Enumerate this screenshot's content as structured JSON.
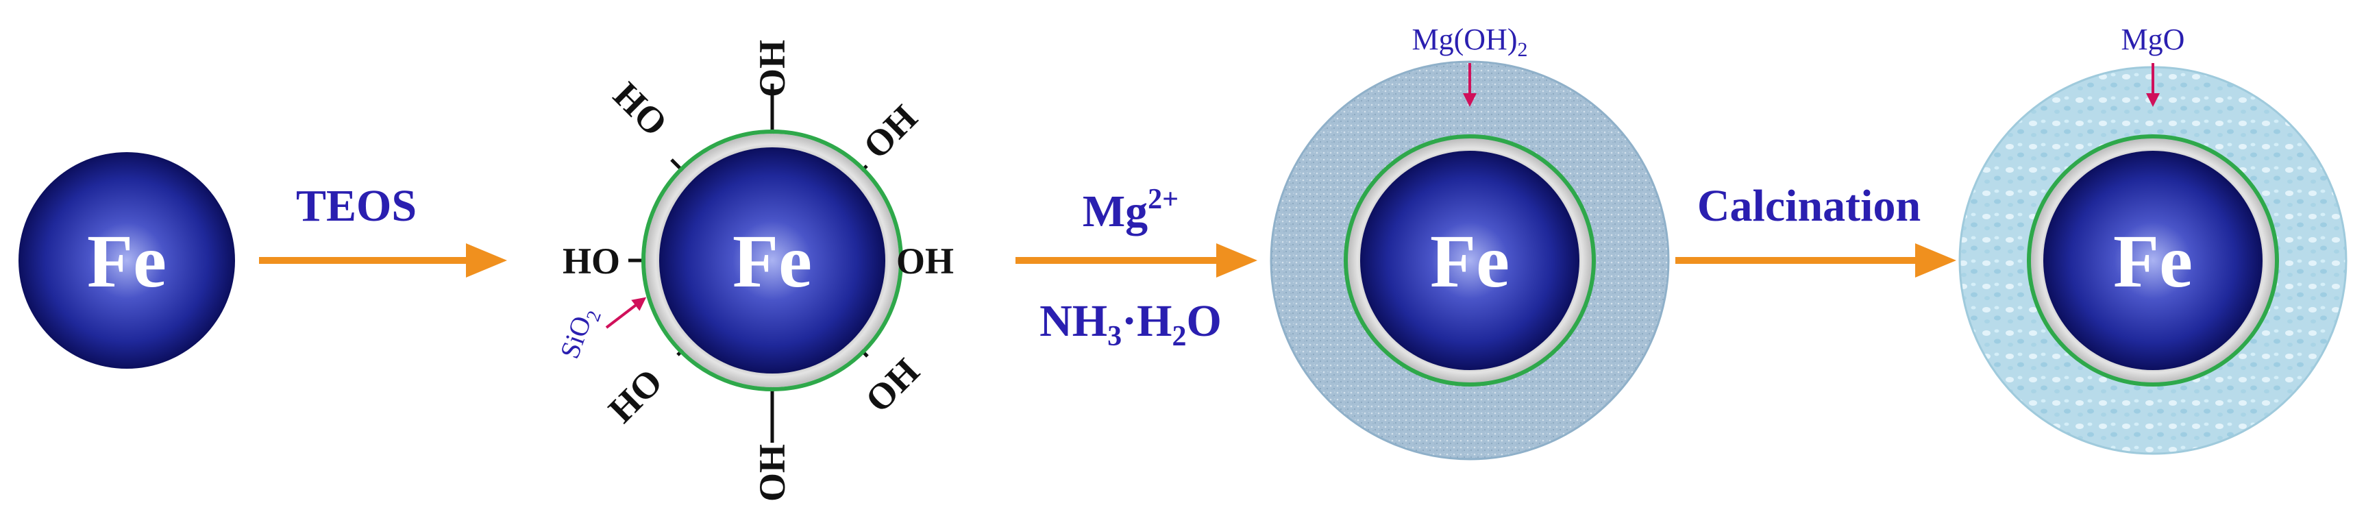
{
  "particles": {
    "core_label": "Fe"
  },
  "steps": {
    "step1": "TEOS",
    "step2_top_base": "Mg",
    "step2_top_sup": "2+",
    "step2_bottom": {
      "p1": "NH",
      "sub1": "3",
      "p2": "·H",
      "sub2": "2",
      "p3": "O"
    },
    "step3": "Calcination"
  },
  "functional_groups": {
    "label_left": "HO",
    "label_right": "OH"
  },
  "shells": {
    "sio2_base": "SiO",
    "sio2_sub": "2",
    "mgoh2_base": "Mg(OH)",
    "mgoh2_sub": "2",
    "mgo": "MgO"
  },
  "colors": {
    "core_light": "#9aa6f0",
    "core_mid": "#2530a8",
    "core_dark": "#0c0f5e",
    "arrow": "#f0901e",
    "silica_ring": "#2ea84a",
    "silica_gap": "#c8c8c8",
    "pointer": "#d0105a",
    "mgoh2_shell": "#a9c2d6",
    "mgo_shell": "#b9dbe8",
    "label_text": "#2a1fb0"
  }
}
